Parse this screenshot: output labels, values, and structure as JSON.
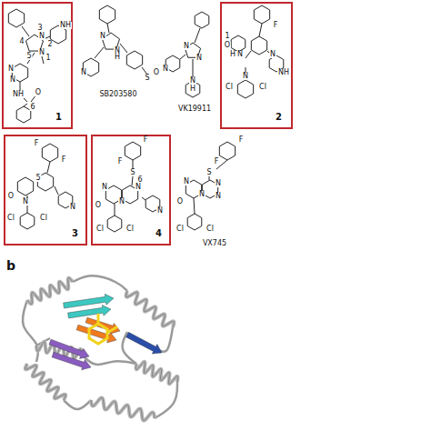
{
  "diagram": {
    "nodes": [
      {
        "text": [
          "1"
        ]
      },
      {
        "text": [
          "2"
        ]
      },
      {
        "text": [
          "3"
        ]
      },
      {
        "text": [
          "4"
        ]
      }
    ],
    "labels": [
      "N",
      "N",
      "3",
      "2",
      "1",
      "5",
      "4",
      "NH",
      "N",
      "N",
      "NH",
      "6",
      "O",
      "N",
      "N",
      "H",
      "N",
      "S",
      "O",
      "SB203580",
      "N",
      "N",
      "N",
      "N",
      "H",
      "VK19911",
      "F",
      "O",
      "1",
      "N",
      "H",
      "N",
      "Cl",
      "Cl",
      "N",
      "NH",
      "F",
      "F",
      "5",
      "O",
      "N",
      "Cl",
      "Cl",
      "N",
      "F",
      "F",
      "S",
      "6",
      "N",
      "N",
      "O",
      "N",
      "Cl",
      "Cl",
      "N",
      "F",
      "F",
      "S",
      "N",
      "N",
      "O",
      "N",
      "N",
      "Cl",
      "Cl",
      "VX745",
      "b"
    ]
  }
}
